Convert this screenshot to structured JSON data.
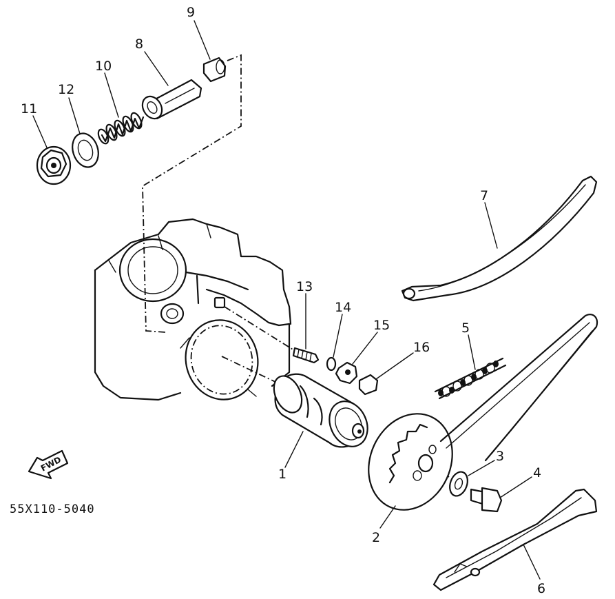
{
  "diagram": {
    "part_code": "55X110-5040",
    "fwd_label": "FWD",
    "callouts": [
      {
        "id": "1",
        "label": "1"
      },
      {
        "id": "2",
        "label": "2"
      },
      {
        "id": "3",
        "label": "3"
      },
      {
        "id": "4",
        "label": "4"
      },
      {
        "id": "5",
        "label": "5"
      },
      {
        "id": "6",
        "label": "6"
      },
      {
        "id": "7",
        "label": "7"
      },
      {
        "id": "8",
        "label": "8"
      },
      {
        "id": "9",
        "label": "9"
      },
      {
        "id": "10",
        "label": "10"
      },
      {
        "id": "11",
        "label": "11"
      },
      {
        "id": "12",
        "label": "12"
      },
      {
        "id": "13",
        "label": "13"
      },
      {
        "id": "14",
        "label": "14"
      },
      {
        "id": "15",
        "label": "15"
      },
      {
        "id": "16",
        "label": "16"
      }
    ]
  }
}
